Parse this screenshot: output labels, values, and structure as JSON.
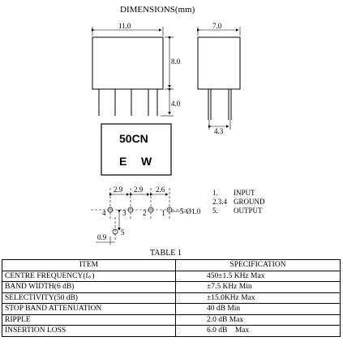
{
  "drawing": {
    "title": "DIMENSIONS(mm)",
    "front": {
      "width": "11.0",
      "height": "8.0",
      "lead_length": "4.0"
    },
    "side": {
      "width": "7.0",
      "pin_spacing": "4.3"
    },
    "marking": {
      "line1": "50CN",
      "line2_left": "E",
      "line2_right": "W"
    },
    "footprint": {
      "spacing_a": "2.9",
      "spacing_b": "2.9",
      "spacing_c": "2.6",
      "hole": "5-Ø1.0",
      "pins": [
        "4",
        "3",
        "2",
        "1"
      ],
      "offset_x": "0.9",
      "offset_y": "5"
    },
    "pin_legend": [
      {
        "num": "1.",
        "name": "INPUT"
      },
      {
        "num": "2.3.4",
        "name": "GROUND"
      },
      {
        "num": "5.",
        "name": "OUTPUT"
      }
    ]
  },
  "table": {
    "caption": "TABLE 1",
    "headers": [
      "ITEM",
      "SPECIFICATION"
    ],
    "rows": [
      [
        "CENTRE FREQUENCY(f。)",
        "450±1.5 KHz Max"
      ],
      [
        "BAND WIDTH(6 dB)",
        "±7.5 KHz Min"
      ],
      [
        "SELECTIVITY(50 dB)",
        "±15.0KHz Max"
      ],
      [
        "STOP BAND ATTENUATION",
        "40 dB Min"
      ],
      [
        "RIPPLE",
        "2.0 dB Max"
      ],
      [
        "INSERTION LOSS",
        "6.0 dB    Max"
      ]
    ]
  }
}
